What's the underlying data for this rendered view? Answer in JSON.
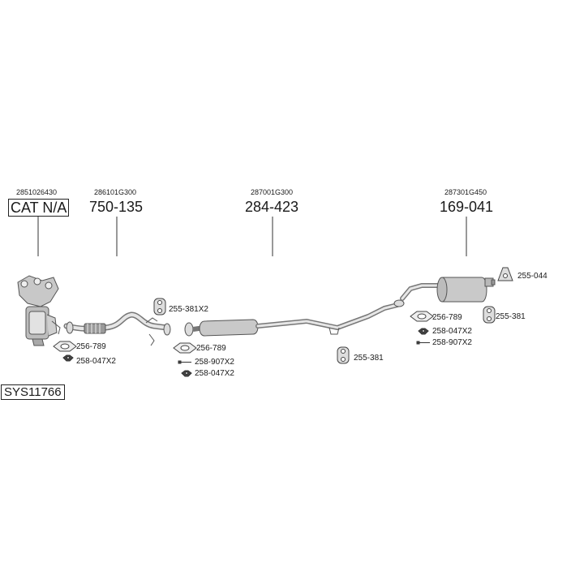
{
  "system_code": "SYS11766",
  "parts": [
    {
      "oem": "2851026430",
      "number": "CAT N/A"
    },
    {
      "oem": "286101G300",
      "number": "750-135"
    },
    {
      "oem": "287001G300",
      "number": "284-423"
    },
    {
      "oem": "287301G450",
      "number": "169-041"
    }
  ],
  "fittings": {
    "f1": "256-789",
    "f2": "258-047X2",
    "f3": "255-381X2",
    "f4": "256-789",
    "f5": "258-907X2",
    "f6": "258-047X2",
    "f7": "255-381",
    "f8": "256-789",
    "f9": "258-047X2",
    "f10": "258-907X2",
    "f11": "255-044",
    "f12": "255-381"
  }
}
